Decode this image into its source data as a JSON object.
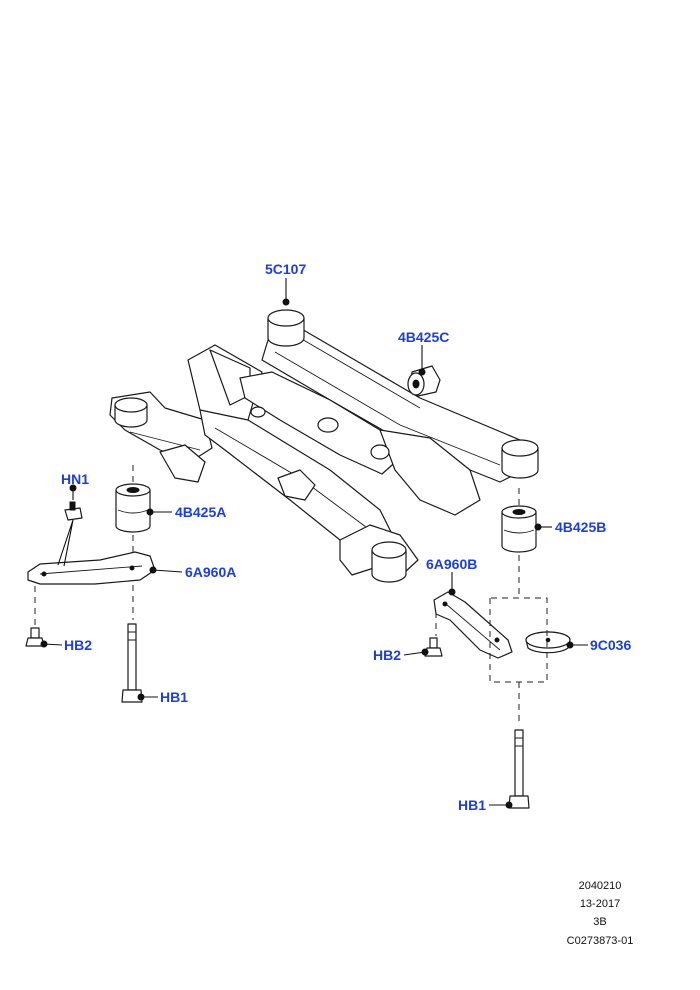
{
  "callouts": {
    "c5C107": "5C107",
    "c4B425C": "4B425C",
    "c4B425A": "4B425A",
    "c4B425B": "4B425B",
    "cHN1": "HN1",
    "c6A960A": "6A960A",
    "c6A960B": "6A960B",
    "cHB2_left": "HB2",
    "cHB2_right": "HB2",
    "cHB1_left": "HB1",
    "cHB1_right": "HB1",
    "c9C036": "9C036"
  },
  "footer": {
    "line1": "2040210",
    "line2": "13-2017",
    "line3": "3B",
    "line4": "C0273873-01"
  },
  "colors": {
    "callout": "#1c3fd8",
    "line": "#1a1a1a"
  }
}
